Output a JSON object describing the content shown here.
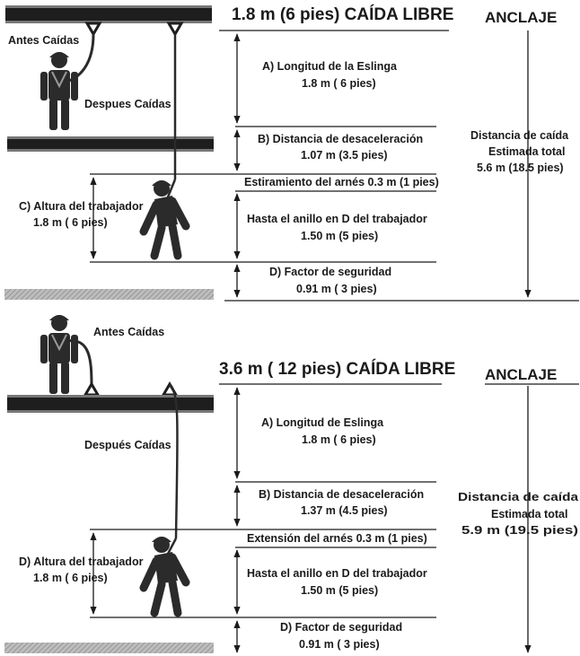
{
  "panel1": {
    "title": "1.8 m (6 pies) CAÍDA LIBRE",
    "anchor": "ANCLAJE",
    "before_label": "Antes Caídas",
    "after_label": "Despues Caídas",
    "a_1": "A)  Longitud de la Eslinga",
    "a_2": "1.8 m ( 6 pies)",
    "b_1": "B) Distancia de desaceleración",
    "b_2": "1.07 m (3.5 pies)",
    "stretch": "Estiramiento del arnés 0.3 m (1 pies)",
    "dring_1": "Hasta el anillo en D del trabajador",
    "dring_2": "1.50 m (5 pies)",
    "height_1": "C) Altura del trabajador",
    "height_2": "1.8 m ( 6 pies)",
    "factor_1": "D) Factor de seguridad",
    "factor_2": "0.91 m ( 3 pies)",
    "total_1": "Distancia de caída",
    "total_2": "Estimada total",
    "total_3": "5.6 m (18.5 pies)"
  },
  "panel2": {
    "title": "3.6 m ( 12 pies) CAÍDA LIBRE",
    "anchor": "ANCLAJE",
    "before_label": "Antes Caídas",
    "after_label": "Después Caídas",
    "a_1": "A)  Longitud de Eslinga",
    "a_2": "1.8 m ( 6 pies)",
    "b_1": "B) Distancia de desaceleración",
    "b_2": "1.37 m (4.5 pies)",
    "stretch": "Extensión del arnés 0.3 m (1 pies)",
    "dring_1": "Hasta el anillo en D del trabajador",
    "dring_2": "1.50 m (5 pies)",
    "height_1": "D) Altura del trabajador",
    "height_2": "1.8 m ( 6 pies)",
    "factor_1": "D) Factor de seguridad",
    "factor_2": "0.91 m ( 3 pies)",
    "total_1": "Distancia de caída",
    "total_2": "Estimada total",
    "total_3": "5.9 m (19.5 pies)"
  }
}
